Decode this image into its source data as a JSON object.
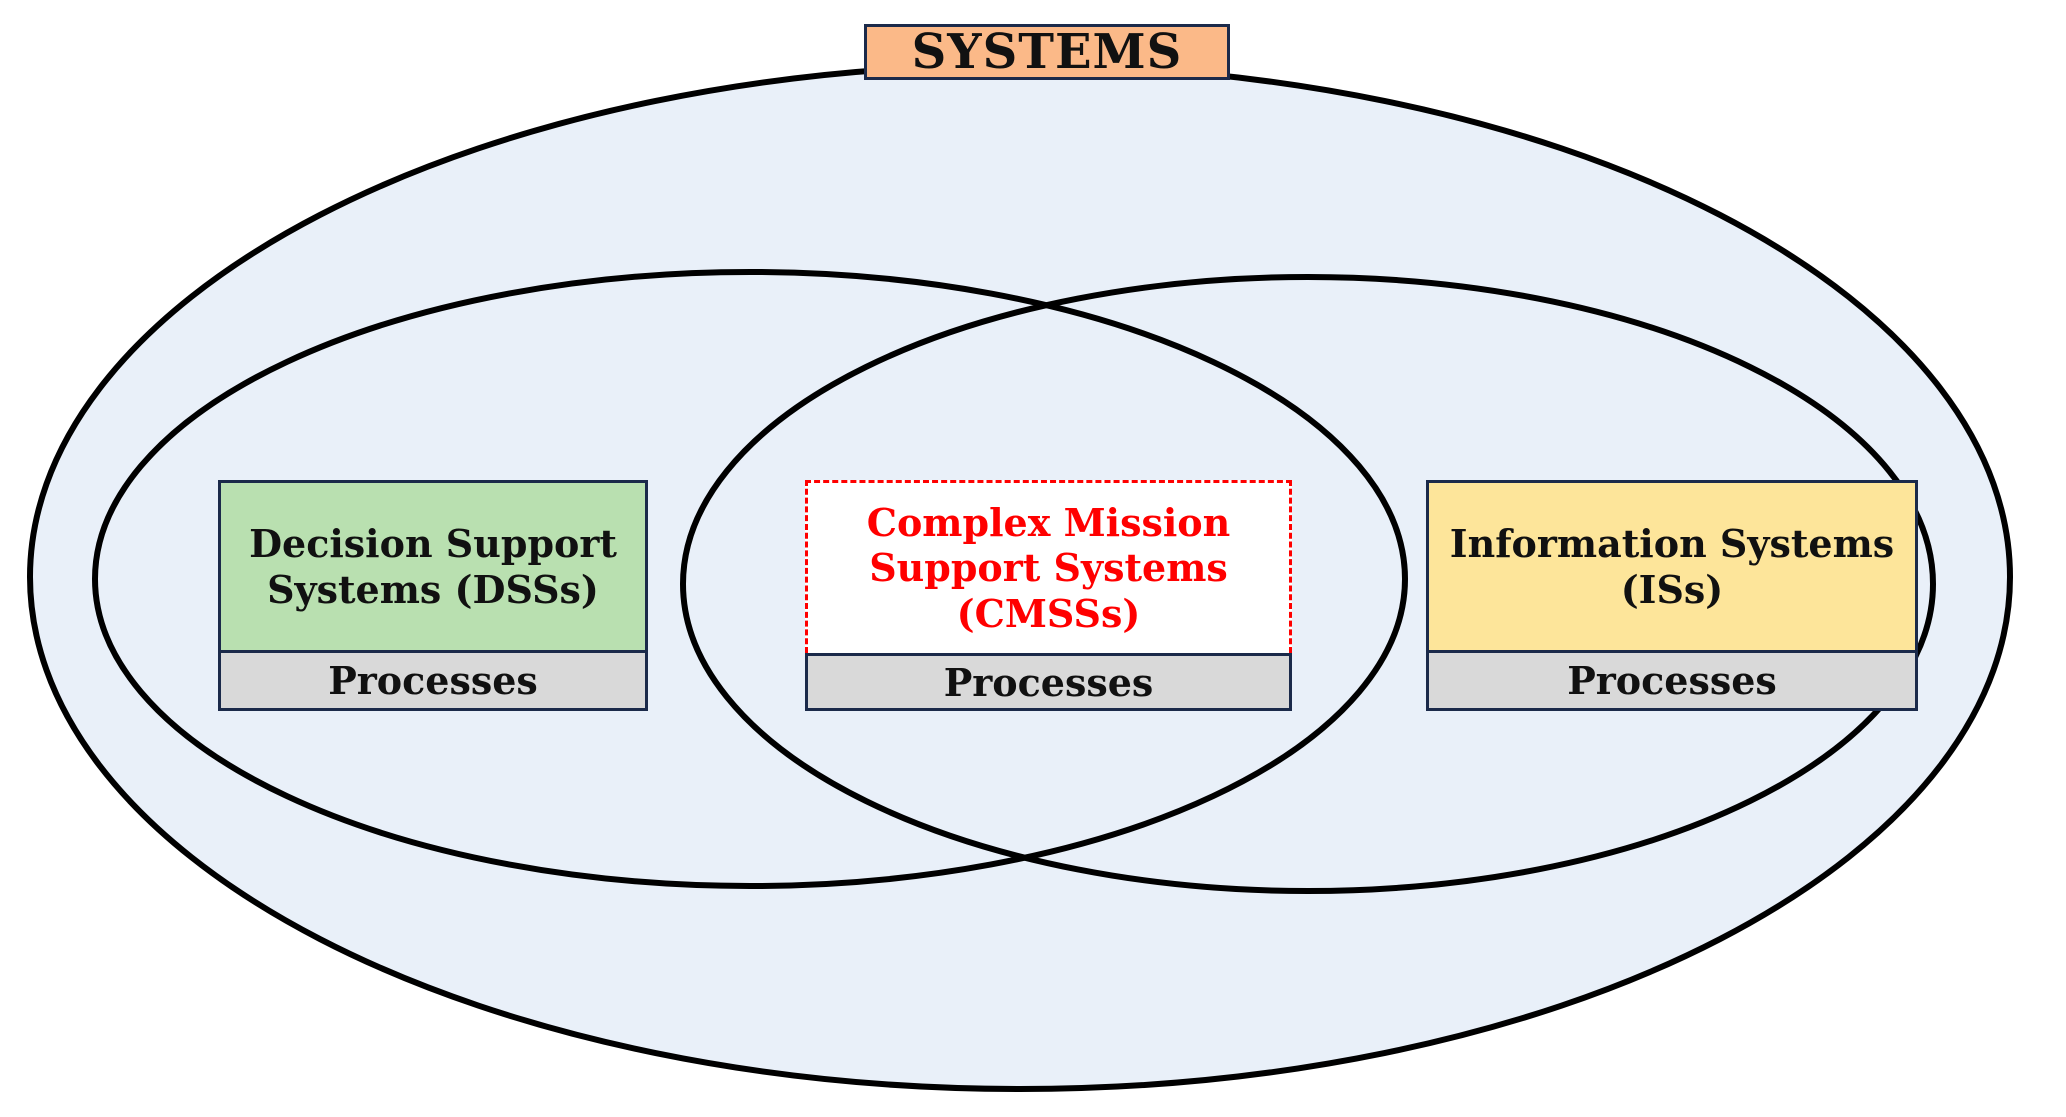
{
  "title": "SYSTEMS",
  "colors": {
    "outer_fill": "#e9f0f9",
    "outline": "#000000",
    "title_fill": "#fbb988",
    "dss_fill": "#b9e0b0",
    "is_fill": "#fde59a",
    "cmss_text": "#ff0000",
    "process_fill": "#d9d9d9",
    "box_border": "#1b2a4a"
  },
  "systems": [
    {
      "name": "Decision Support\nSystems (DSSs)",
      "process": "Processes"
    },
    {
      "name": "Complex Mission\nSupport Systems\n(CMSSs)",
      "process": "Processes"
    },
    {
      "name": "Information Systems\n(ISs)",
      "process": "Processes"
    }
  ]
}
